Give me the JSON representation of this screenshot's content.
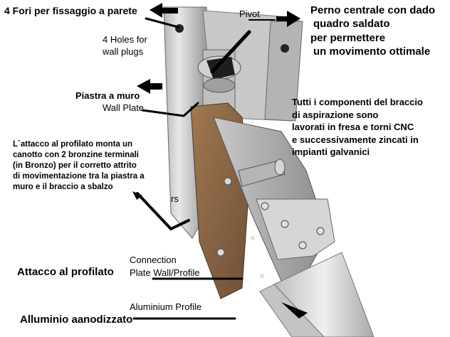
{
  "labels": {
    "fori_it": "4 Fori per fissaggio a parete",
    "holes_en_1": "4 Holes for",
    "holes_en_2": "wall plugs",
    "pivot_en": "Pivot",
    "perno_1": "Perno centrale con dado",
    "perno_2": "quadro saldato",
    "perno_3": "per permettere",
    "perno_4": "un movimento ottimale",
    "piastra_it": "Piastra a muro",
    "wall_plate_en": "Wall Plate",
    "componenti_1": "Tutti i componenti del braccio",
    "componenti_2": "di aspirazione sono",
    "componenti_3": "lavorati in fresa e torni CNC",
    "componenti_4": "e successivamente zincati in",
    "componenti_5": "impianti galvanici",
    "attacco_desc_1": "L`attacco al profilato monta un",
    "attacco_desc_2": "canotto con 2 bronzine terminali",
    "attacco_desc_3": "(in Bronzo) per il corretto attrito",
    "attacco_desc_4": "di movimentazione tra la piastra a",
    "attacco_desc_5": "muro e il braccio a sbalzo",
    "rs_partial": "rs",
    "connection_1": "Connection",
    "connection_2": "Plate Wall/Profile",
    "attacco_profilato": "Attacco al profilato",
    "aluminium_en": "Aluminium Profile",
    "alluminio_it": "Alluminio aanodizzato"
  },
  "colors": {
    "metal_light": "#d9d9d9",
    "metal_dark": "#8a8a8a",
    "bronze": "#8a6a4a",
    "background": "#ffffff",
    "text": "#000000"
  }
}
